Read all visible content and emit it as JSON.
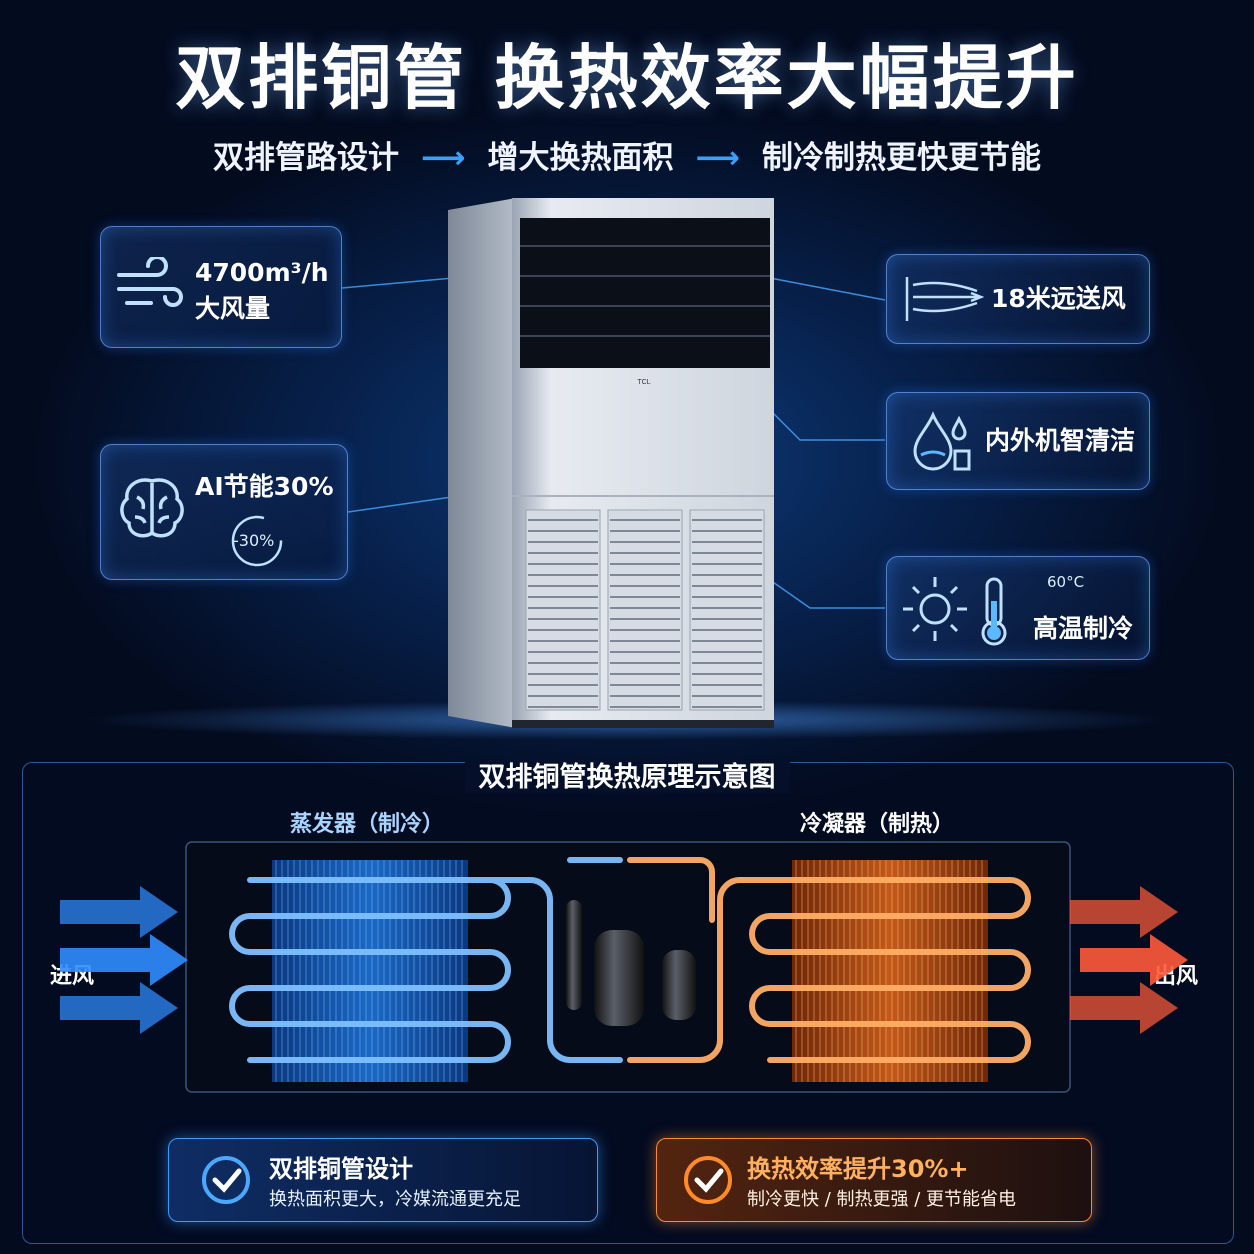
{
  "header": {
    "title": "双排铜管 换热效率大幅提升",
    "subtitle_steps": [
      "双排管路设计",
      "增大换热面积",
      "制冷制热更快更节能"
    ],
    "arrow_glyph": "⟶"
  },
  "unit": {
    "brand": "TCL"
  },
  "features_left": [
    {
      "line1": "4700m³/h",
      "line2": "大风量",
      "icon": "wind-icon"
    },
    {
      "line1": "AI节能30%",
      "badge": "-30%",
      "icon": "brain-icon"
    }
  ],
  "features_right": [
    {
      "label": "18米远送风",
      "icon": "airflow-icon"
    },
    {
      "label": "内外机智清洁",
      "icon": "water-drop-icon"
    },
    {
      "label": "高温制冷",
      "temp": "60°C",
      "icon": "sun-thermometer-icon"
    }
  ],
  "diagram": {
    "title": "双排铜管换热原理示意图",
    "evaporator": "蒸发器（制冷）",
    "condenser": "冷凝器（制热）",
    "inlet": "进风",
    "outlet": "出风"
  },
  "bottom_cards": [
    {
      "title": "双排铜管设计",
      "desc": "换热面积更大，冷媒流通更充足",
      "accent": "#3a9bff"
    },
    {
      "title": "换热效率提升30%+",
      "desc": "制冷更快 / 制热更强 / 更节能省电",
      "accent": "#ff8a2a"
    }
  ],
  "colors": {
    "cold": "#2f8cff",
    "hot": "#ff7a1e",
    "bg": "#030b1f"
  }
}
